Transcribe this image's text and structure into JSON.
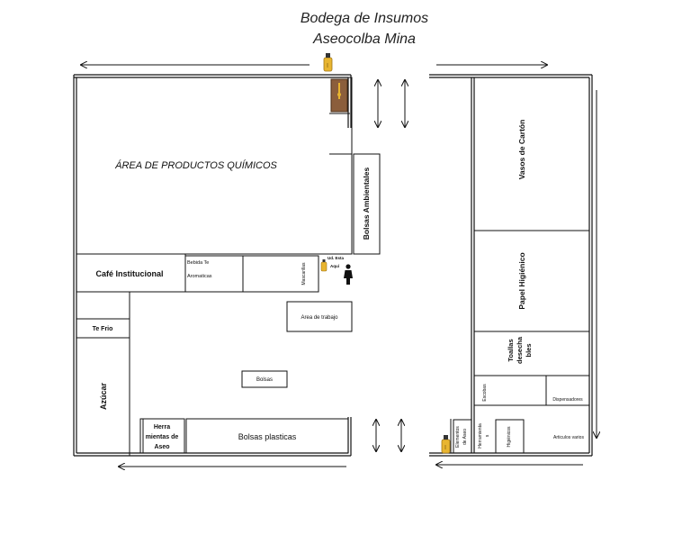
{
  "title": {
    "line1": "Bodega de Insumos",
    "line2": "Aseocolba Mina"
  },
  "areas": {
    "quimicos": "ÁREA  DE PRODUCTOS QUÍMICOS",
    "bolsas_ambientales": "Bolsas Ambientales",
    "cafe": "Café Institucional",
    "bebida_te_1": "Bebida Te",
    "bebida_te_2": "Aromaticas",
    "mascarillas": "Mascarillas",
    "te_frio": "Te Frio",
    "azucar": "Azúcar",
    "area_trabajo": "Area de trabajo",
    "bolsas": "Bolsas",
    "herramientas_1": "Herra",
    "herramientas_2": "mientas de",
    "herramientas_3": "Aseo",
    "bolsas_plasticas": "Bolsas plasticas",
    "vasos": "Vasos de Cartón",
    "papel": "Papel Higiénico",
    "toallas_1": "Toallas",
    "toallas_2": "desecha",
    "toallas_3": "bles",
    "escobas": "Escobas",
    "dispensadores": "Dispensadores",
    "elementos_1": "Elementos",
    "elementos_2": "de Aseo",
    "herramientas_r_1": "Herramienta",
    "herramientas_r_2": "s",
    "higienicos": "Higiénicos",
    "articulos": "Articulos varios"
  },
  "markers": {
    "ud_esta_1": "Ud. Esta",
    "ud_esta_2": "Aquí"
  },
  "icons": {
    "extinguisher": "fire-extinguisher-icon",
    "person": "person-icon",
    "arrow": "arrow-icon"
  },
  "colors": {
    "line": "#111111",
    "extinguisher_body": "#e8b530",
    "extinguisher_dark": "#a0761a",
    "cabinet": "#8b5e3c"
  }
}
